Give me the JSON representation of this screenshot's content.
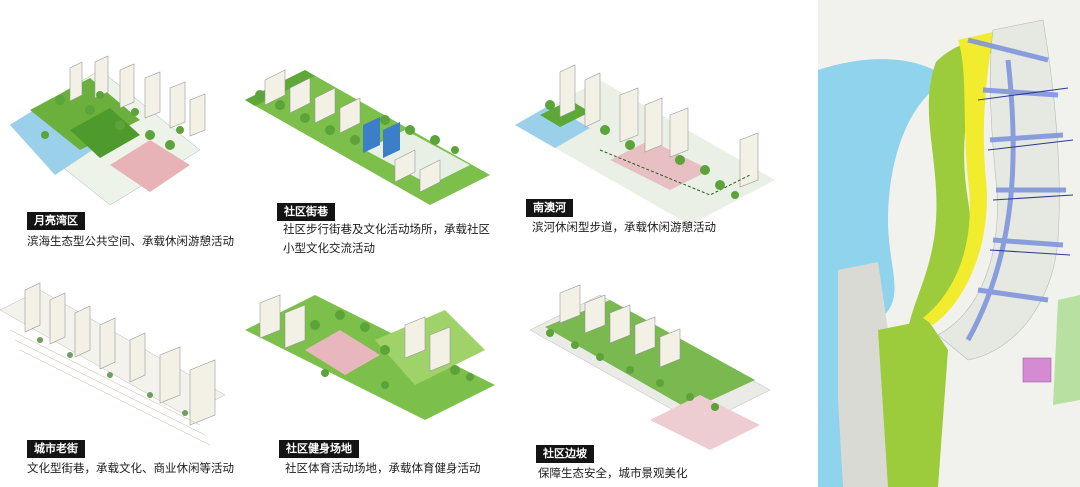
{
  "panels": [
    {
      "tag": "月亮湾区",
      "desc": "滨海生态型公共空间、承载休闲游憩活动"
    },
    {
      "tag": "社区街巷",
      "desc": "社区步行街巷及文化活动场所，承载社区小型文化交流活动"
    },
    {
      "tag": "南澳河",
      "desc": "滨河休闲型步道，承载休闲游憩活动"
    },
    {
      "tag": "城市老街",
      "desc": "文化型街巷，承载文化、商业休闲等活动"
    },
    {
      "tag": "社区健身场地",
      "desc": "社区体育活动场地，承载体育健身活动"
    },
    {
      "tag": "社区边坡",
      "desc": "保障生态安全，城市景观美化"
    }
  ],
  "colors": {
    "sea": "#8fd3ec",
    "green": "#9ccc3c",
    "yellow": "#f2ec2e",
    "path": "#7f95dc",
    "pink": "#e8b7bd",
    "building": "#f1efe7"
  }
}
